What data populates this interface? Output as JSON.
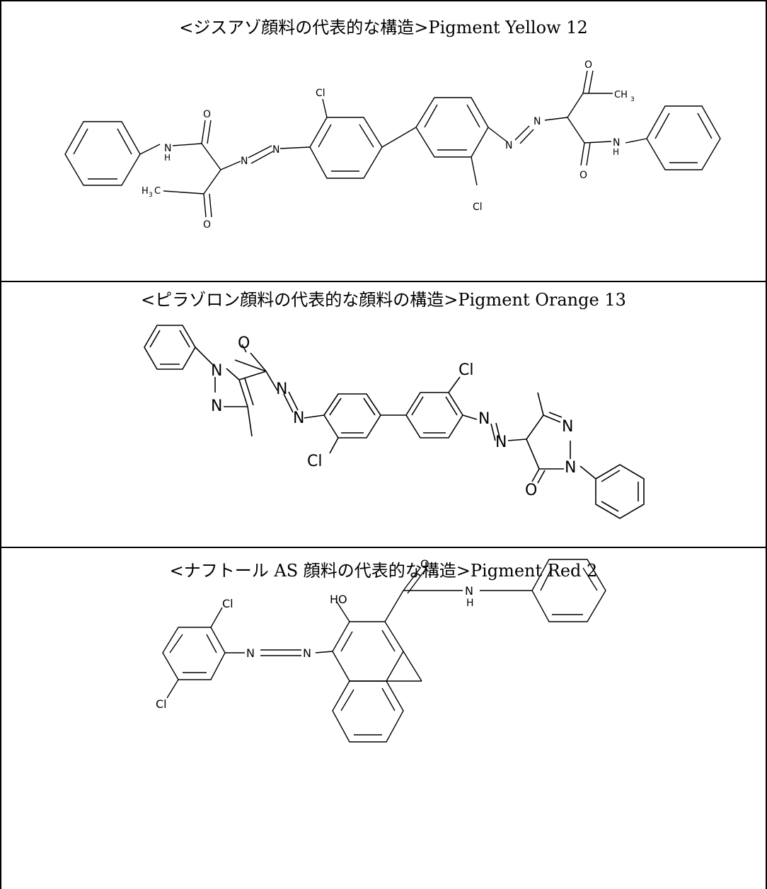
{
  "panels": [
    {
      "title": "<ジスアゾ顔料の代表的な構造>Pigment Yellow 12"
    },
    {
      "title": "<ピラゾロン顔料の代表的な顔料の構造>Pigment Orange 13"
    },
    {
      "title": "<ナフトール AS 顔料の代表的な構造>Pigment Red 2"
    }
  ],
  "atoms": {
    "yellow": {
      "o1": "O",
      "o2": "O",
      "o3": "O",
      "o4": "O",
      "n1": "N",
      "n2": "N",
      "n3": "N",
      "n4": "N",
      "nh1": "H",
      "nh1n": "N",
      "nh2n": "N",
      "nh2": "H",
      "cl1": "Cl",
      "cl2": "Cl",
      "ch3a": "H",
      "ch3a2": "3",
      "ch3a3": "C",
      "ch3b": "CH",
      "ch3b2": "3"
    },
    "orange": {
      "o1": "O",
      "o2": "O",
      "n1": "N",
      "n2": "N",
      "n3": "N",
      "n4": "N",
      "n5": "N",
      "n6": "N",
      "n7": "N",
      "n8": "N",
      "cl1": "Cl",
      "cl2": "Cl"
    },
    "red": {
      "o1": "O",
      "ho": "HO",
      "nh_n": "N",
      "nh_h": "H",
      "cl1": "Cl",
      "cl2": "Cl",
      "n1": "N",
      "n2": "N"
    }
  }
}
